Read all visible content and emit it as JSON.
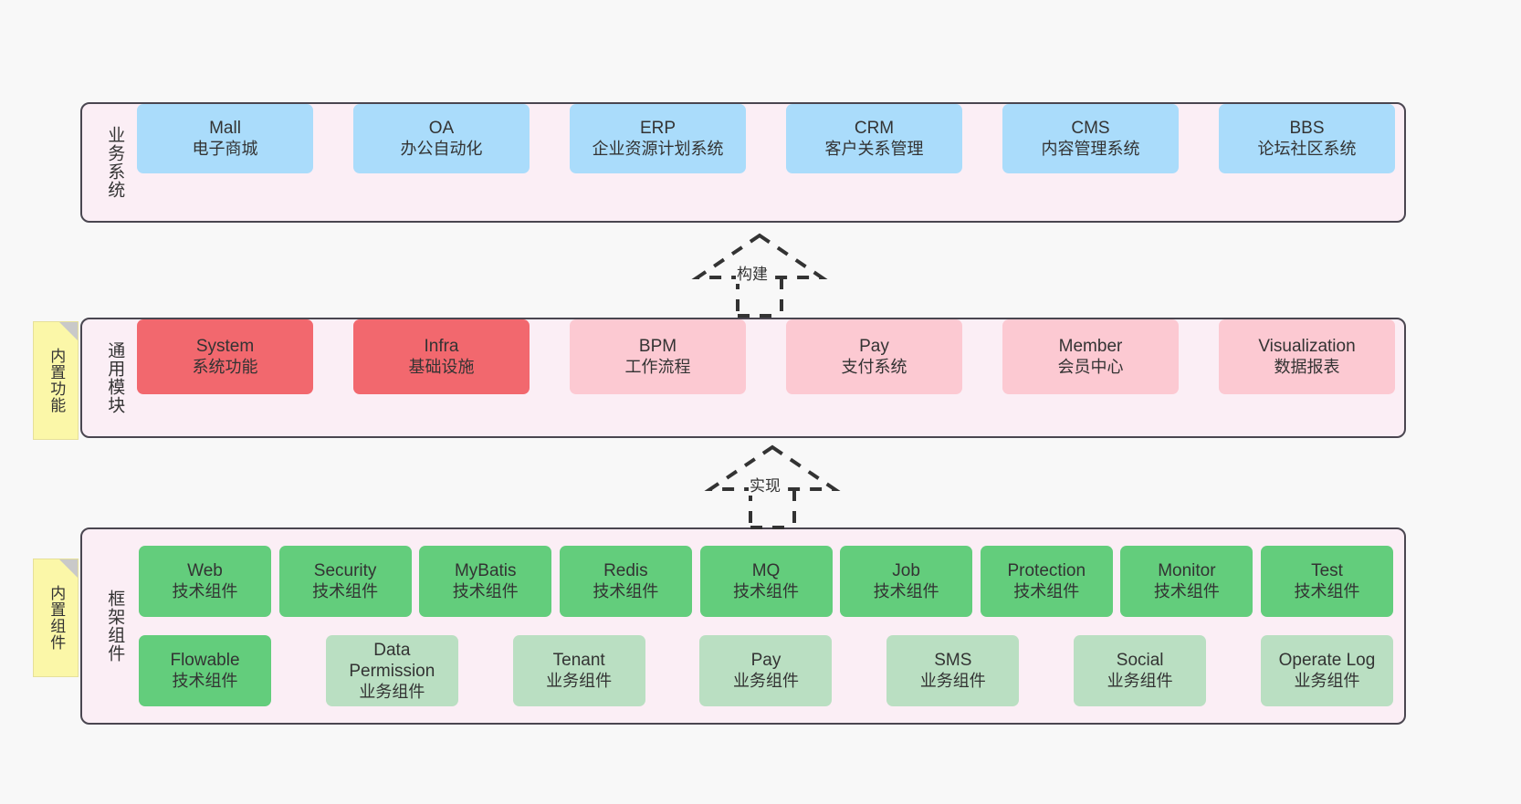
{
  "diagram": {
    "title": "",
    "background": "#f8f8f8",
    "colors": {
      "layer_fill": "#fbeef5",
      "layer_border": "#4a4650",
      "business_cell": "#aadcfb",
      "module_strong": "#f2686e",
      "module_light": "#fcc9d2",
      "component_tech": "#63cd7c",
      "component_biz": "#badfc2",
      "note_fill": "#fbf7a8",
      "note_fold": "#c9c9c9"
    }
  },
  "layers": [
    {
      "id": "business",
      "title": "业务系统",
      "cells": [
        {
          "en": "Mall",
          "cn": "电子商城"
        },
        {
          "en": "OA",
          "cn": "办公自动化"
        },
        {
          "en": "ERP",
          "cn": "企业资源计划系统"
        },
        {
          "en": "CRM",
          "cn": "客户关系管理"
        },
        {
          "en": "CMS",
          "cn": "内容管理系统"
        },
        {
          "en": "BBS",
          "cn": "论坛社区系统"
        }
      ]
    },
    {
      "id": "modules",
      "title": "通用模块",
      "note": "内置功能",
      "cells": [
        {
          "en": "System",
          "cn": "系统功能",
          "style": "red-strong"
        },
        {
          "en": "Infra",
          "cn": "基础设施",
          "style": "red-strong"
        },
        {
          "en": "BPM",
          "cn": "工作流程",
          "style": "red-light"
        },
        {
          "en": "Pay",
          "cn": "支付系统",
          "style": "red-light"
        },
        {
          "en": "Member",
          "cn": "会员中心",
          "style": "red-light"
        },
        {
          "en": "Visualization",
          "cn": "数据报表",
          "style": "red-light"
        }
      ]
    },
    {
      "id": "framework",
      "title": "框架组件",
      "note": "内置组件",
      "cells": [
        {
          "en": "Web",
          "cn": "技术组件",
          "style": "green-strong"
        },
        {
          "en": "Security",
          "cn": "技术组件",
          "style": "green-strong"
        },
        {
          "en": "MyBatis",
          "cn": "技术组件",
          "style": "green-strong"
        },
        {
          "en": "Redis",
          "cn": "技术组件",
          "style": "green-strong"
        },
        {
          "en": "MQ",
          "cn": "技术组件",
          "style": "green-strong"
        },
        {
          "en": "Job",
          "cn": "技术组件",
          "style": "green-strong"
        },
        {
          "en": "Protection",
          "cn": "技术组件",
          "style": "green-strong"
        },
        {
          "en": "Monitor",
          "cn": "技术组件",
          "style": "green-strong"
        },
        {
          "en": "Test",
          "cn": "技术组件",
          "style": "green-strong"
        },
        {
          "en": "Flowable",
          "cn": "技术组件",
          "style": "green-strong"
        },
        {
          "en": "Data Permission",
          "cn": "业务组件",
          "style": "green-light"
        },
        {
          "en": "Tenant",
          "cn": "业务组件",
          "style": "green-light"
        },
        {
          "en": "Pay",
          "cn": "业务组件",
          "style": "green-light"
        },
        {
          "en": "SMS",
          "cn": "业务组件",
          "style": "green-light"
        },
        {
          "en": "Social",
          "cn": "业务组件",
          "style": "green-light"
        },
        {
          "en": "Operate Log",
          "cn": "业务组件",
          "style": "green-light"
        }
      ]
    }
  ],
  "connectors": [
    {
      "id": "build",
      "label": "构建",
      "from": "通用模块",
      "to": "业务系统",
      "style": "dashed-generalization"
    },
    {
      "id": "impl",
      "label": "实现",
      "from": "框架组件",
      "to": "通用模块",
      "style": "dashed-generalization"
    }
  ]
}
